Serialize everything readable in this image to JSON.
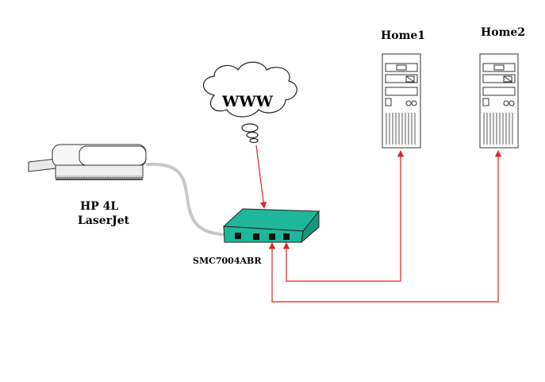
{
  "colors": {
    "router": "#1fb69a",
    "link": "#e02222",
    "cable": "#c8c8c8",
    "outline": "#222222"
  },
  "nodes": {
    "internet": {
      "label": "WWW",
      "icon": "cloud-icon"
    },
    "router": {
      "label": "SMC7004ABR",
      "icon": "router-icon"
    },
    "printer": {
      "line1": "HP 4L",
      "line2": "LaserJet",
      "icon": "printer-icon"
    },
    "home1": {
      "label": "Home1",
      "icon": "tower-pc-icon"
    },
    "home2": {
      "label": "Home2",
      "icon": "tower-pc-icon"
    }
  }
}
